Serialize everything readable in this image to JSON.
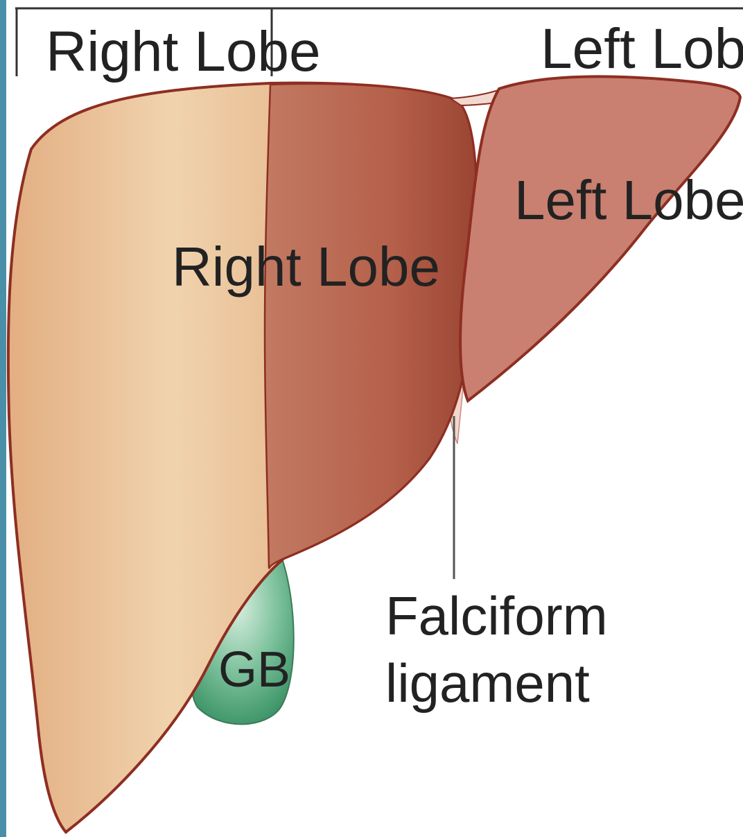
{
  "header": {
    "right_label": "Right Lobe",
    "left_label": "Left Lobe"
  },
  "organ": {
    "right_lobe_label": "Right Lobe",
    "left_lobe_label": "Left Lobe",
    "gallbladder_label": "GB"
  },
  "annotation": {
    "line1": "Falciform",
    "line2": "ligament"
  },
  "colors": {
    "right_lobe_light": "#ecc9a0",
    "right_lobe_dark": "#b35a45",
    "left_lobe": "#c98070",
    "outline": "#8e2e22",
    "gallbladder": "#3f9a6c",
    "side_strip": "#4a8fa8"
  }
}
